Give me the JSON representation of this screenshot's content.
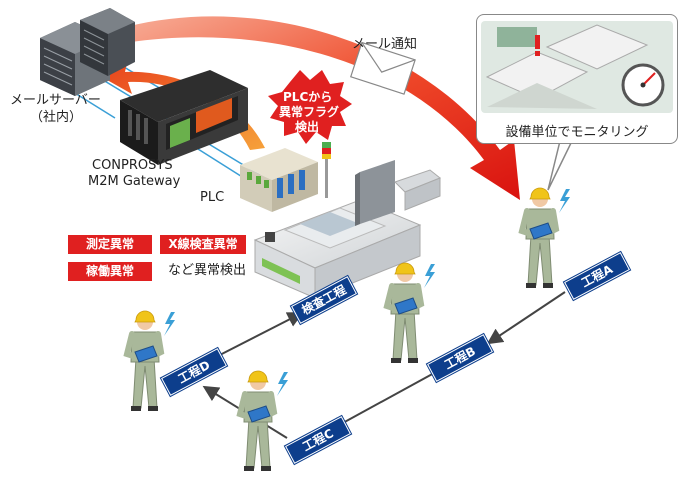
{
  "labels": {
    "mail_server": "メールサーバー",
    "mail_server_sub": "（社内）",
    "gateway_line1": "CONPROSYS",
    "gateway_line2": "M2M Gateway",
    "plc": "PLC",
    "mail_notice": "メール通知",
    "plc_burst": [
      "PLCから",
      "異常フラグ",
      "検出"
    ],
    "monitoring": "設備単位でモニタリング",
    "anomaly_tags": [
      "測定異常",
      "X線検査異常",
      "稼働異常"
    ],
    "anomaly_suffix": "など異常検出",
    "processes": [
      "検査工程",
      "工程A",
      "工程B",
      "工程C",
      "工程D"
    ]
  },
  "colors": {
    "alert_red": "#e02020",
    "process_blue": "#0d3e8c",
    "worker_green": "#a9b89a",
    "helmet_yellow": "#f0c419"
  }
}
